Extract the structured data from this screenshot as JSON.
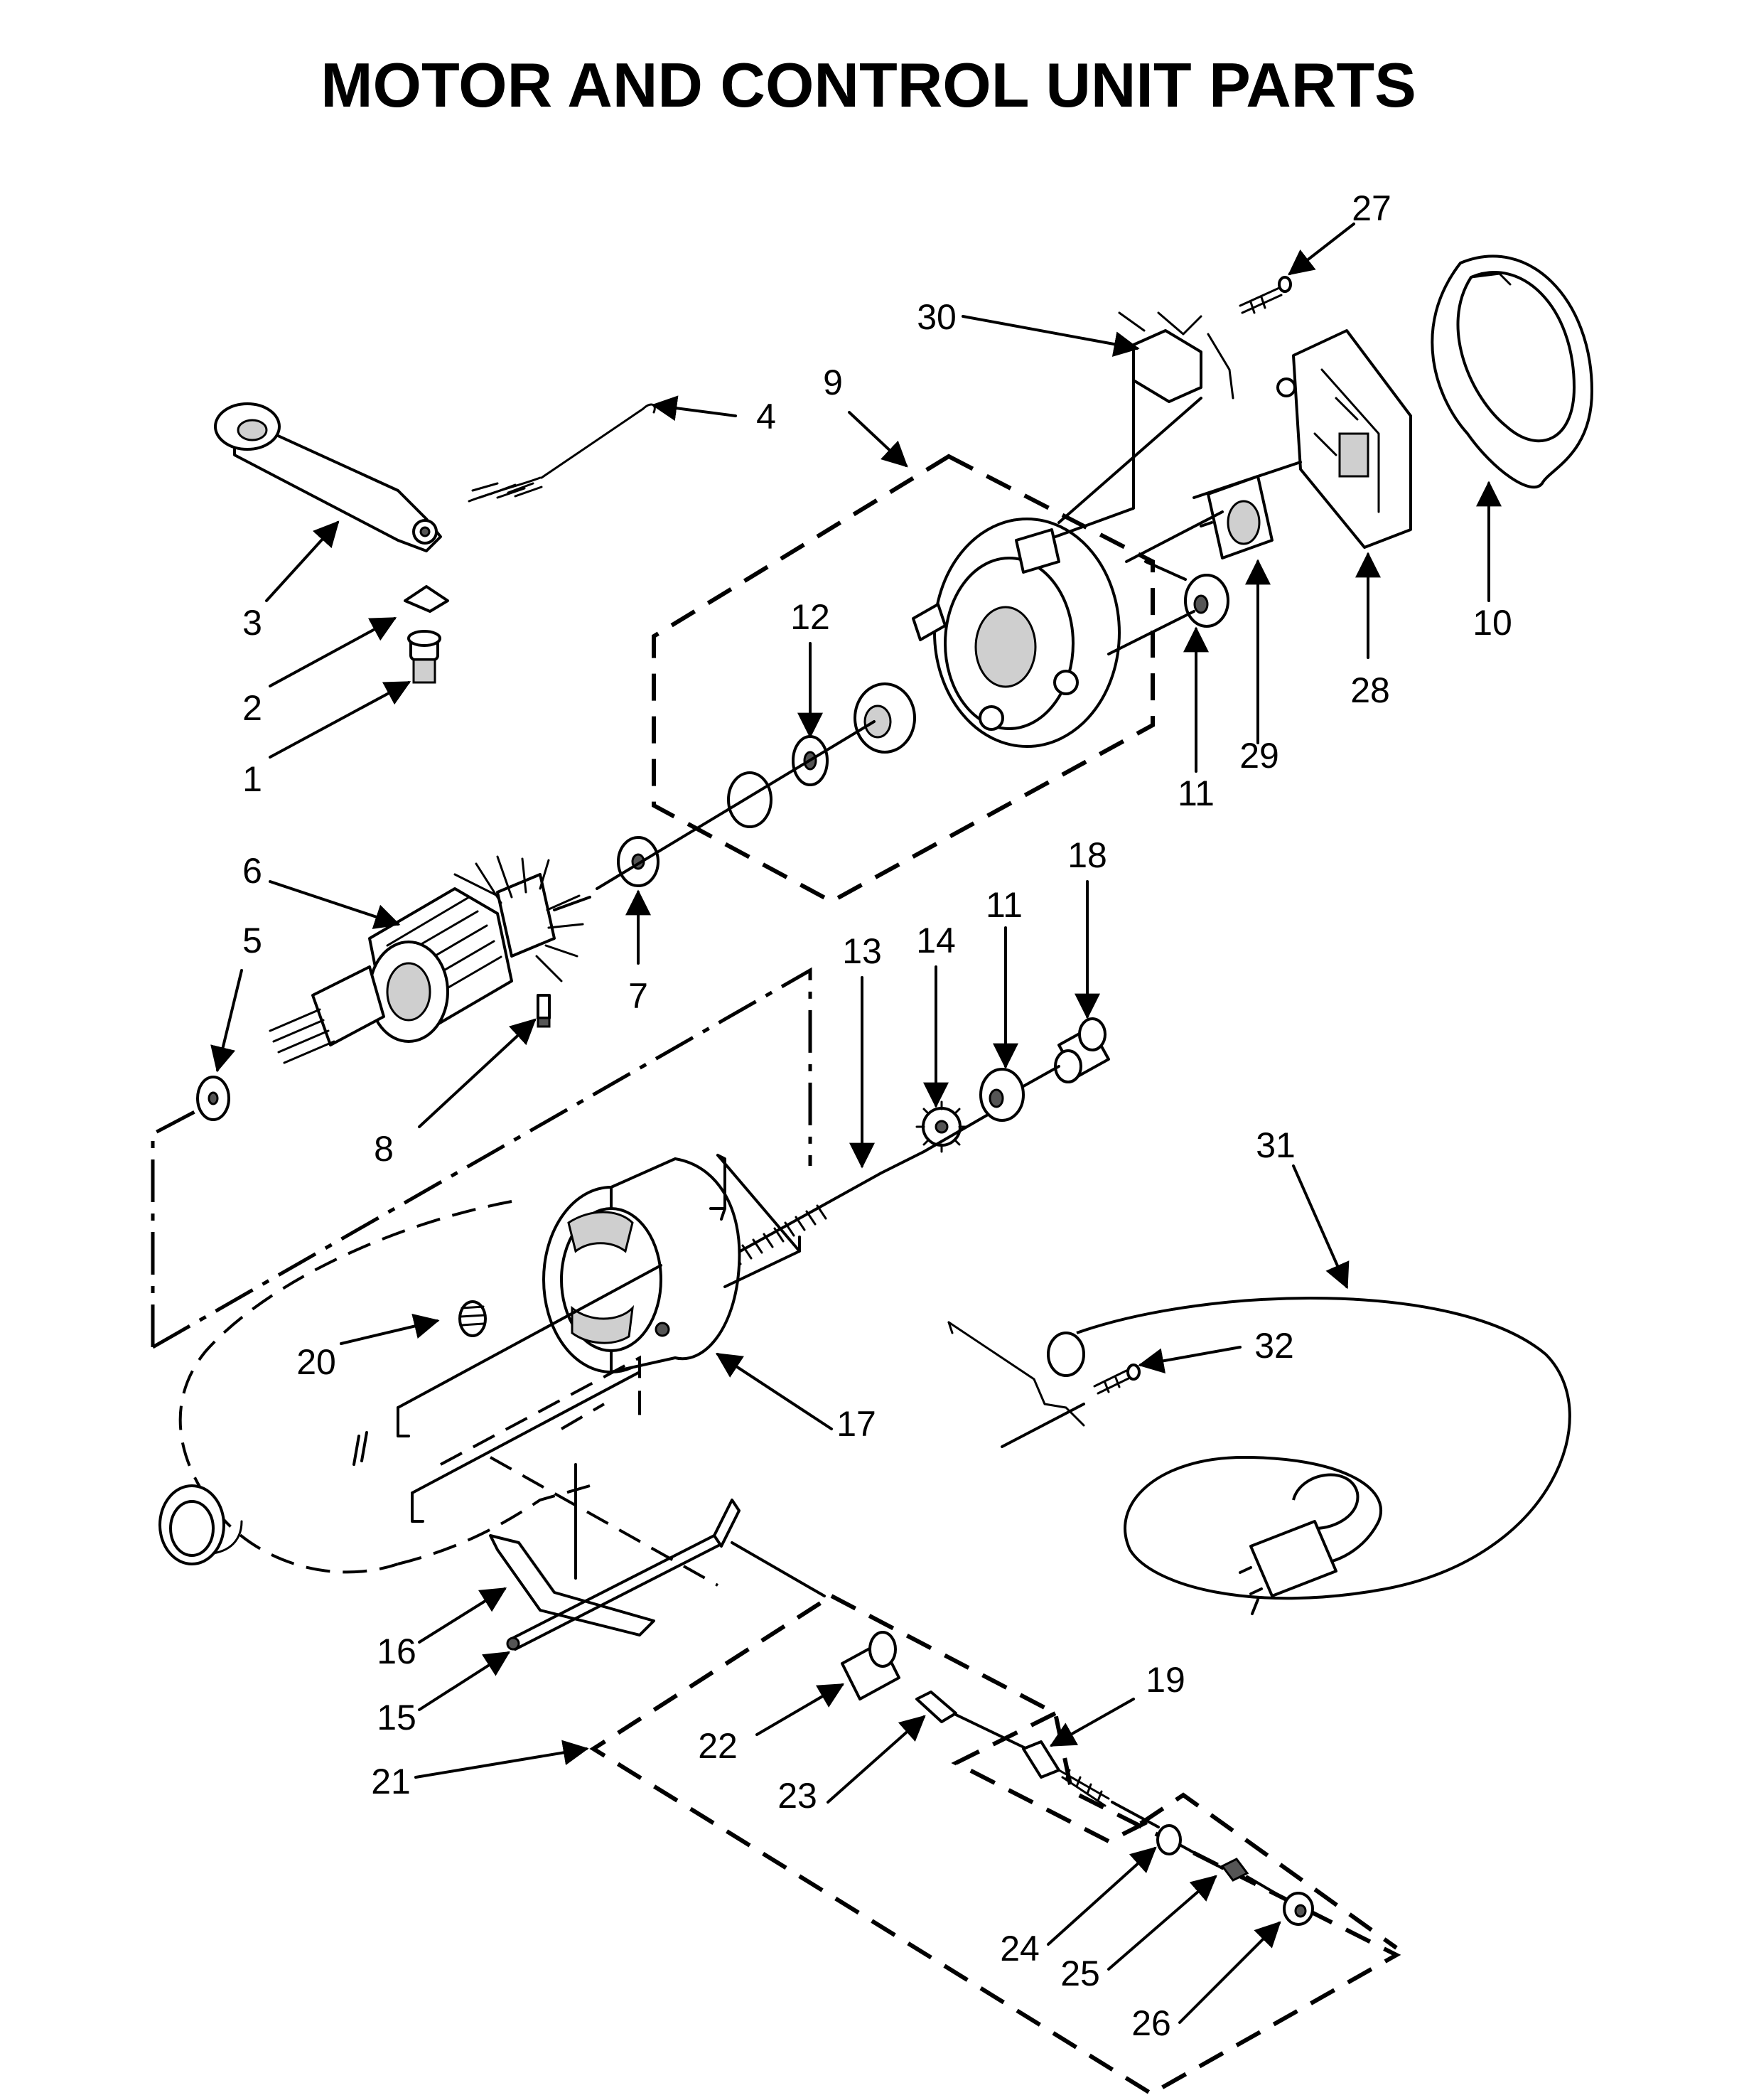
{
  "title": "MOTOR AND CONTROL UNIT PARTS",
  "callouts": {
    "c1": "1",
    "c2": "2",
    "c3": "3",
    "c4": "4",
    "c5": "5",
    "c6": "6",
    "c7": "7",
    "c8": "8",
    "c9": "9",
    "c10": "10",
    "c11a": "11",
    "c11b": "11",
    "c12": "12",
    "c13": "13",
    "c14": "14",
    "c15": "15",
    "c16": "16",
    "c17": "17",
    "c18": "18",
    "c19": "19",
    "c20": "20",
    "c21": "21",
    "c22": "22",
    "c23": "23",
    "c24": "24",
    "c25": "25",
    "c26": "26",
    "c27": "27",
    "c28": "28",
    "c29": "29",
    "c30": "30",
    "c31": "31",
    "c32": "32"
  }
}
